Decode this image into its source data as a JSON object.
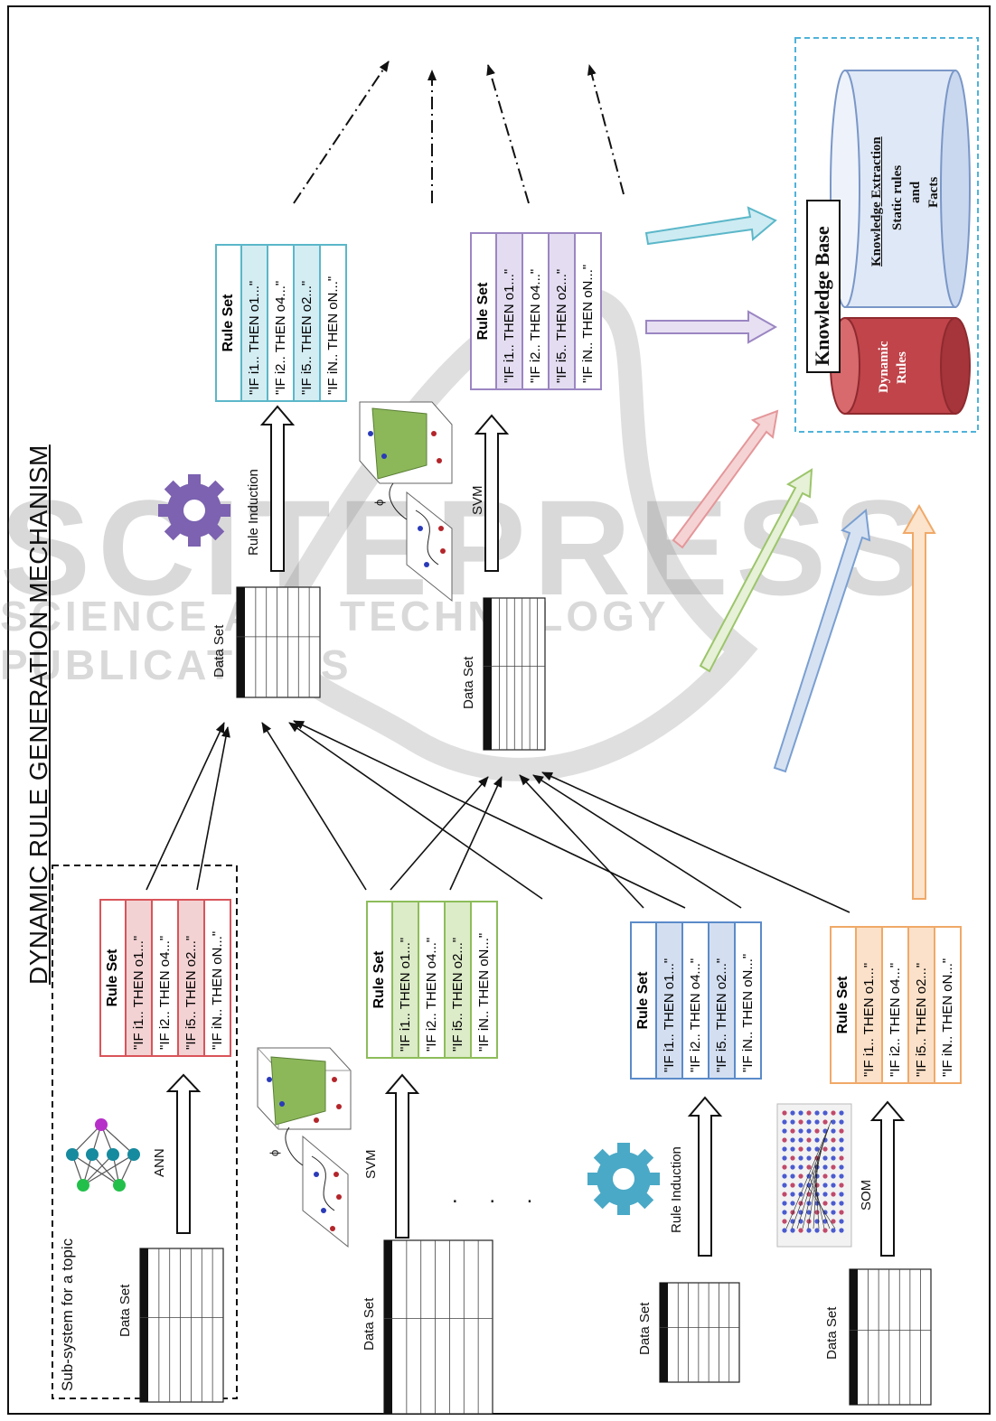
{
  "title": "DYNAMIC RULE GENERATION MECHANISM",
  "subsystem_label": "Sub-system for a topic",
  "watermark": {
    "line1": "SCITEPRESS",
    "line2": "SCIENCE AND TECHNOLOGY PUBLICATIONS"
  },
  "dataset_label": "Data Set",
  "ellipsis": ". . .",
  "phi": "ϕ",
  "methods": {
    "ann": "ANN",
    "svm": "SVM",
    "rule_induction": "Rule Induction",
    "som": "SOM"
  },
  "rule_set": {
    "header": "Rule Set",
    "rows": [
      "\"IF i1.. THEN o1...\"",
      "\"IF i2.. THEN o4...\"",
      "\"IF i5.. THEN o2...\"",
      "\"IF iN.. THEN oN...\""
    ]
  },
  "knowledge_base": {
    "title": "Knowledge Base",
    "static_title": "Knowledge Extraction",
    "static_sub1": "Static rules",
    "static_sub2": "and",
    "static_sub3": "Facts",
    "dynamic_line1": "Dynamic",
    "dynamic_line2": "Rules"
  },
  "colors": {
    "ann": "#d9545a",
    "svm": "#8dbd5a",
    "rule_induction": "#5b8bc9",
    "som": "#f0a968",
    "top_rule_induction": "#5bb7c9",
    "top_svm": "#9b86c2",
    "gear_purple": "#7c62b0",
    "gear_blue": "#4aa9c6",
    "kb_border": "#4fb3d9"
  }
}
